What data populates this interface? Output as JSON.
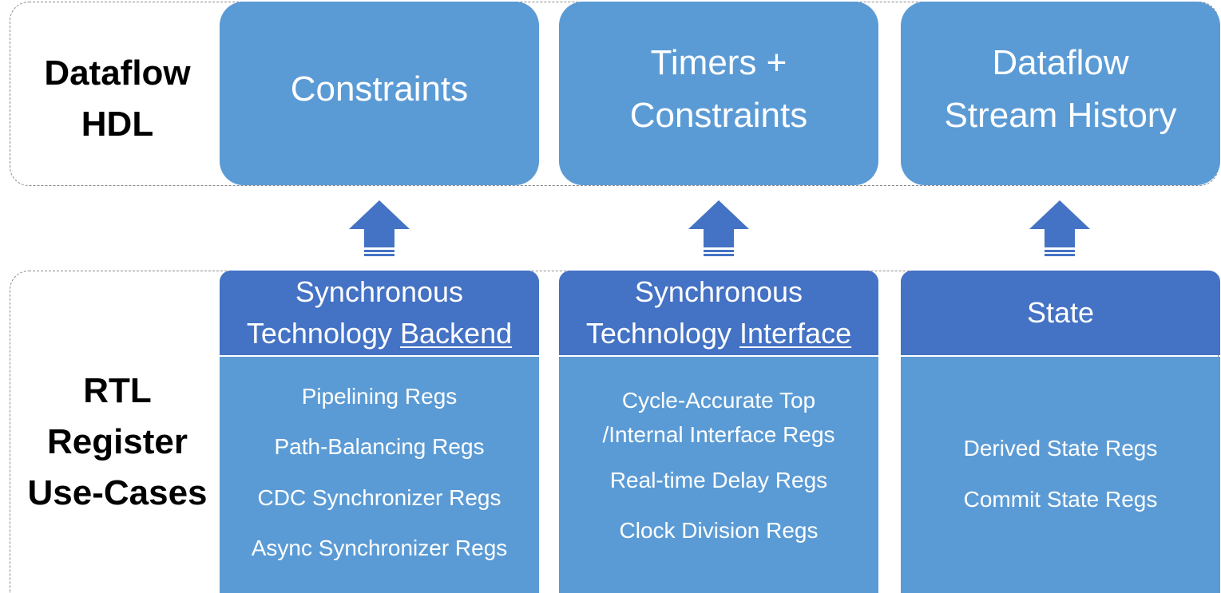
{
  "rows": {
    "top_label": [
      "Dataflow",
      "HDL"
    ],
    "bottom_label": [
      "RTL",
      "Register",
      "Use-Cases"
    ]
  },
  "top_boxes": [
    {
      "lines": [
        "Constraints"
      ]
    },
    {
      "lines": [
        "Timers +",
        "Constraints"
      ]
    },
    {
      "lines": [
        "Dataflow",
        "Stream History"
      ]
    }
  ],
  "columns": [
    {
      "header": {
        "line1": "Synchronous",
        "line2_prefix": "Technology ",
        "line2_underlined": "Backend"
      },
      "items": [
        "Pipelining Regs",
        "Path-Balancing Regs",
        "CDC Synchronizer Regs",
        "Async Synchronizer Regs"
      ]
    },
    {
      "header": {
        "line1": "Synchronous",
        "line2_prefix": "Technology ",
        "line2_underlined": "Interface"
      },
      "items": [
        "Cycle-Accurate Top",
        "/Internal Interface Regs",
        "Real-time Delay Regs",
        "Clock Division Regs"
      ]
    },
    {
      "header": {
        "line1": "State"
      },
      "items": [
        "Derived State Regs",
        "Commit State Regs"
      ]
    }
  ],
  "colors": {
    "box_fill": "#5b9bd5",
    "header_fill": "#4472c4",
    "arrow_fill": "#4472c4",
    "frame_stroke": "#8a8a8a"
  }
}
